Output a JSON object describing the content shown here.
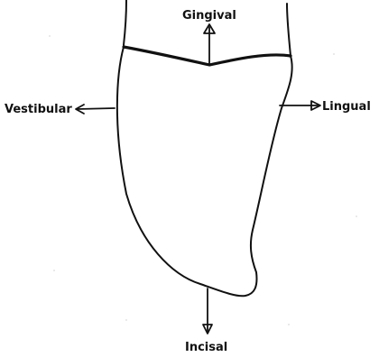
{
  "labels": {
    "gingival": "Gingival",
    "vestibular": "Vestibular",
    "lingual": "Lingual",
    "incisal": "Incisal"
  },
  "colors": {
    "ink": "#111111",
    "paper": "#ffffff"
  }
}
